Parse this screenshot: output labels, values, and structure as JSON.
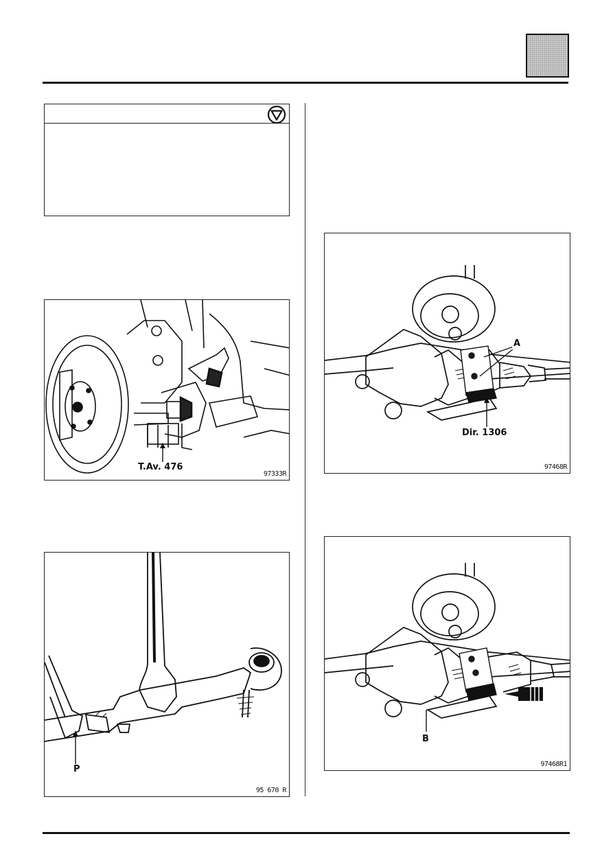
{
  "figures": {
    "fig1": {
      "callout": "T.Av. 476",
      "ref": "97333R"
    },
    "fig2": {
      "callout": "P",
      "ref": "95 670 R"
    },
    "fig3": {
      "callout_a": "A",
      "callout_tool": "Dir. 1306",
      "ref": "97468R"
    },
    "fig4": {
      "callout_b": "B",
      "ref": "97468R1"
    }
  },
  "icons": {
    "warning": "warning-triangle-circle-icon",
    "page_tab": "page-tab-marker"
  },
  "colors": {
    "ink": "#111111",
    "tab_fill": "#cfcfcf"
  }
}
